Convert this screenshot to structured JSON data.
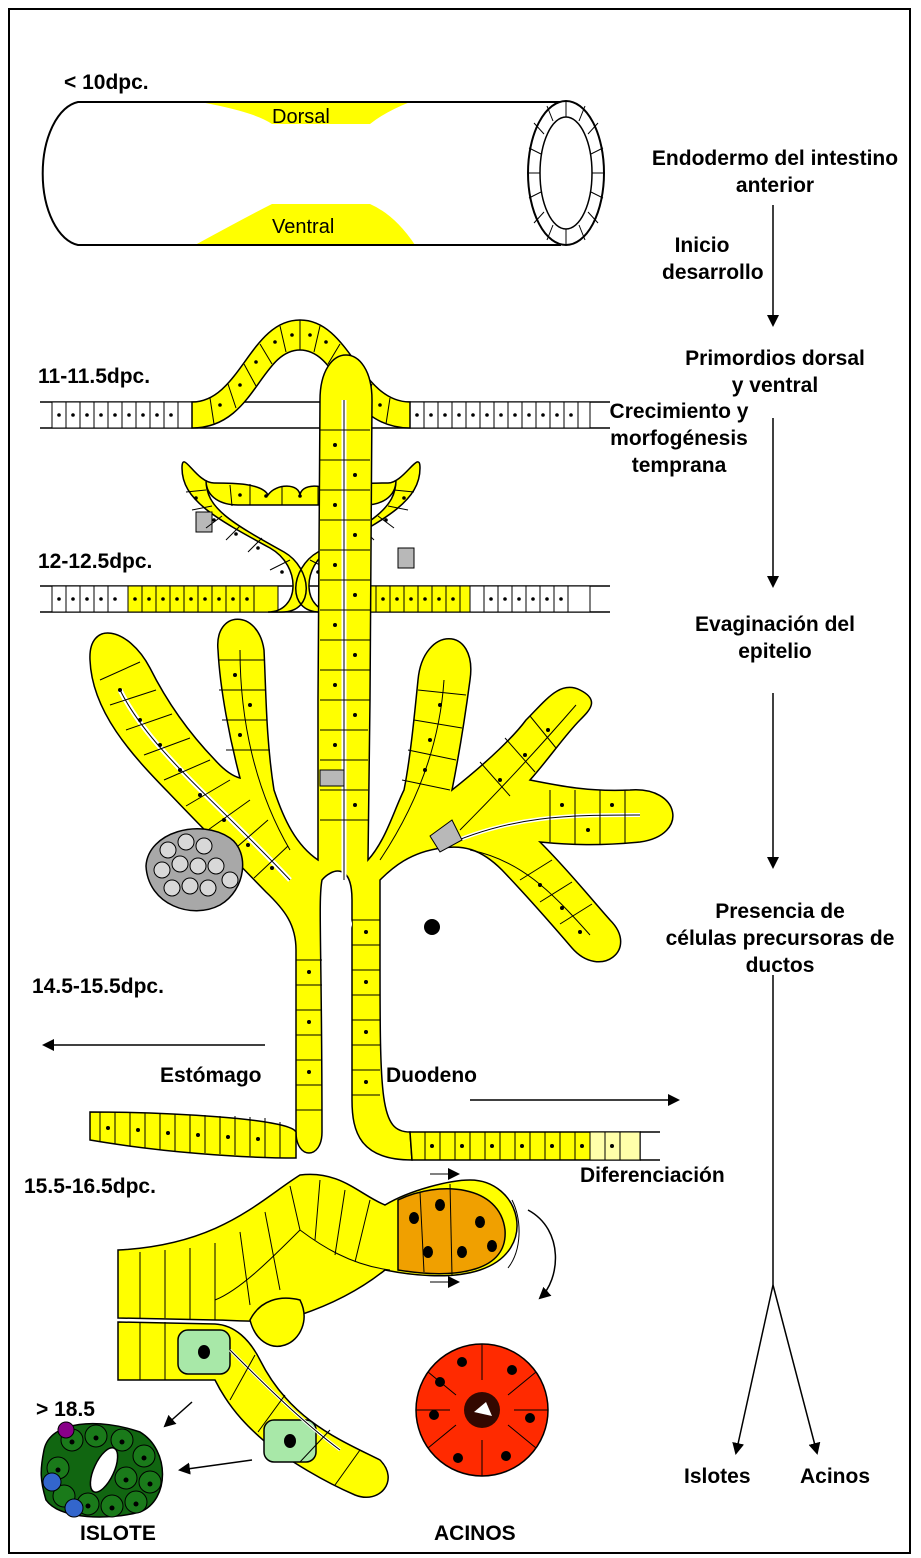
{
  "stages": {
    "s1": "< 10dpc.",
    "s2": "11-11.5dpc.",
    "s3": "12-12.5dpc.",
    "s4": "14.5-15.5dpc.",
    "s5": "15.5-16.5dpc.",
    "s6": "> 18.5"
  },
  "tube": {
    "dorsal": "Dorsal",
    "ventral": "Ventral"
  },
  "gut": {
    "stomach": "Estómago",
    "duodenum": "Duodeno"
  },
  "products": {
    "islet": "ISLOTE",
    "acini": "ACINOS"
  },
  "steps": {
    "s1_line1": "Endodermo del intestino",
    "s1_line2": "anterior",
    "a1_line1": "Inicio",
    "a1_line2": "desarrollo",
    "s2_line1": "Primordios dorsal",
    "s2_line2": "y ventral",
    "s3_line1": "Evaginación del",
    "s3_line2": "epitelio",
    "a3_line1": "Crecimiento y",
    "a3_line2": "morfogénesis",
    "a3_line3": "temprana",
    "s4_line1": "Presencia de",
    "s4_line2": "células precursoras de",
    "s4_line3": "ductos",
    "diff": "Diferenciación",
    "islets": "Islotes",
    "acini": "Acinos"
  },
  "colors": {
    "epithelium": "#ffff00",
    "precursor_gray": "#b8b8b8",
    "acinar_orange": "#f0a000",
    "endocrine_green": "#a8e8a8",
    "acinus_red": "#ff2a00",
    "islet_dark_green": "#116611"
  }
}
